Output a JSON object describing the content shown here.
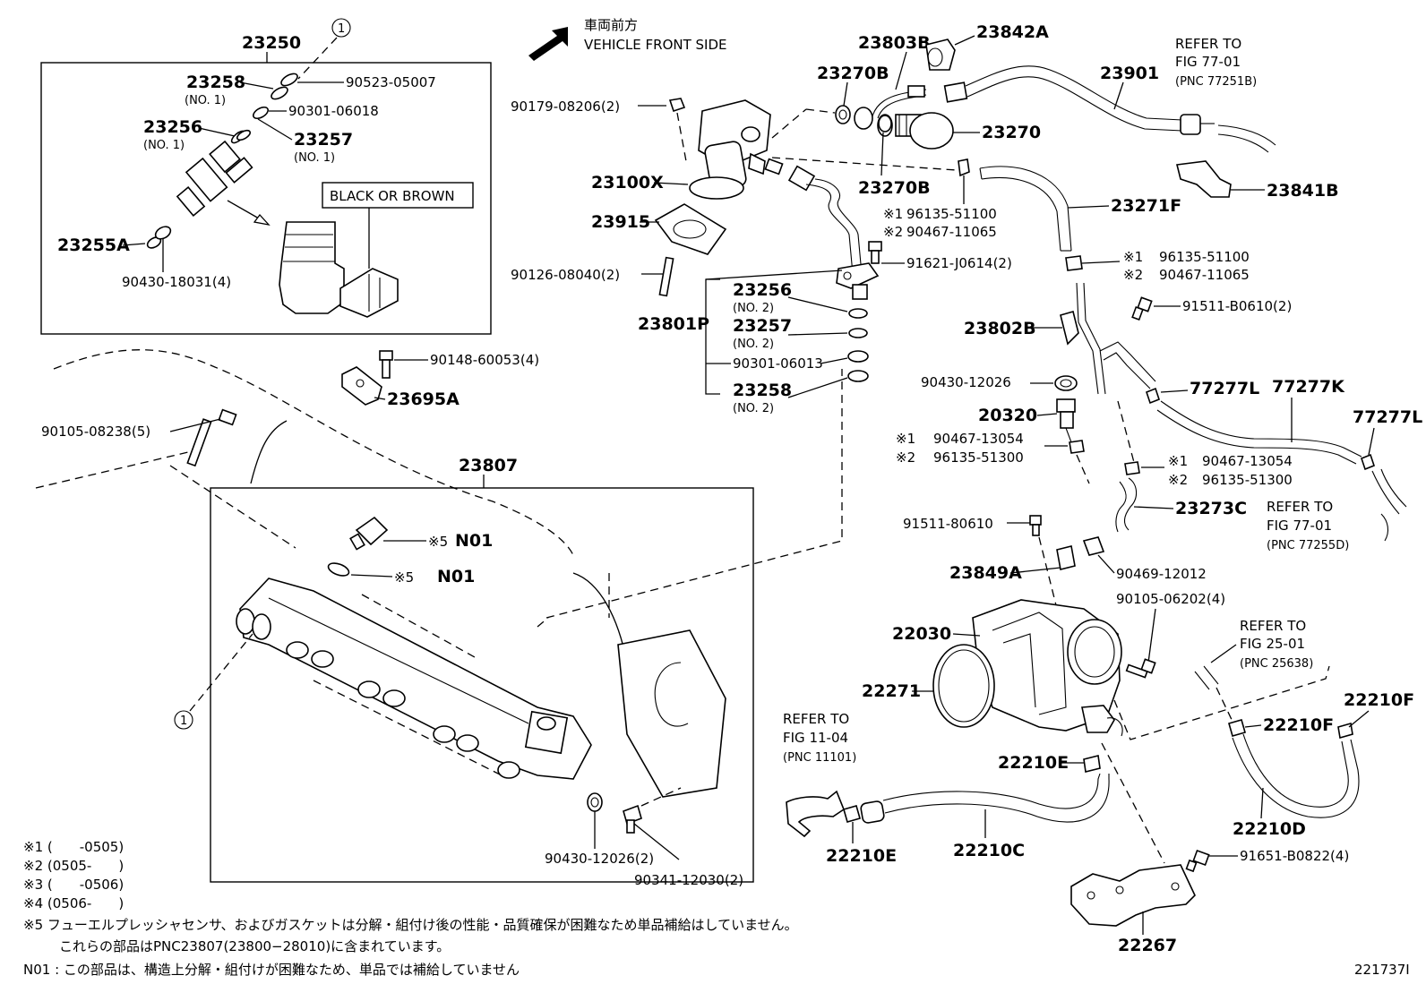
{
  "header": {
    "direction_jp": "車両前方",
    "direction_en": "VEHICLE FRONT SIDE"
  },
  "circle_ref": "1",
  "injector_box": {
    "assembly": "23250",
    "black_or_brown": "BLACK OR BROWN",
    "p23258": "23258",
    "p23258_sub": "(NO. 1)",
    "p23256": "23256",
    "p23256_sub": "(NO. 1)",
    "p23257": "23257",
    "p23257_sub": "(NO. 1)",
    "p90523": "90523-05007",
    "p90301": "90301-06018",
    "p23255A": "23255A",
    "p90430": "90430-18031(4)"
  },
  "rail_box": {
    "assembly": "23807",
    "n01_a_mark": "※5",
    "n01_a": "N01",
    "n01_b_mark": "※5",
    "n01_b": "N01",
    "p90430": "90430-12026(2)",
    "p90341": "90341-12030(2)"
  },
  "parts": {
    "p90148": "90148-60053(4)",
    "p23695A": "23695A",
    "p90105a": "90105-08238(5)",
    "p90179": "90179-08206(2)",
    "p23100X": "23100X",
    "p23915": "23915",
    "p90126": "90126-08040(2)",
    "p23801P": "23801P",
    "p23256_no2": "23256",
    "p23256_no2_sub": "(NO. 2)",
    "p23257_no2": "23257",
    "p23257_no2_sub": "(NO. 2)",
    "p90301_06013": "90301-06013",
    "p23258_no2": "23258",
    "p23258_no2_sub": "(NO. 2)",
    "p23803B": "23803B",
    "p23842A": "23842A",
    "p23270B_top": "23270B",
    "p23270": "23270",
    "p23270B_bot": "23270B",
    "p23901": "23901",
    "p23841B": "23841B",
    "mark1": "※1",
    "mark2": "※2",
    "p96135_51100_a": "96135-51100",
    "p90467_11065_a": "90467-11065",
    "p96135_51100_b": "96135-51100",
    "p90467_11065_b": "90467-11065",
    "p23271F": "23271F",
    "p91621": "91621-J0614(2)",
    "p91511_B0610": "91511-B0610(2)",
    "p23802B": "23802B",
    "p90430_12026": "90430-12026",
    "p20320": "20320",
    "p90467_13054_a": "90467-13054",
    "p96135_51300_a": "96135-51300",
    "p90467_13054_b": "90467-13054",
    "p96135_51300_b": "96135-51300",
    "p77277L_a": "77277L",
    "p77277K": "77277K",
    "p77277L_b": "77277L",
    "p23273C": "23273C",
    "p91511_80610": "91511-80610",
    "p23849A": "23849A",
    "p90469": "90469-12012",
    "p90105_06202": "90105-06202(4)",
    "p22030": "22030",
    "p22271": "22271",
    "p22210E_a": "22210E",
    "p22210E_b": "22210E",
    "p22210C": "22210C",
    "p22210F_a": "22210F",
    "p22210F_b": "22210F",
    "p22210D": "22210D",
    "p91651": "91651-B0822(4)",
    "p22267": "22267"
  },
  "refs": {
    "ref_a_1": "REFER TO",
    "ref_a_2": "FIG 77-01",
    "ref_a_3": "(PNC 77251B)",
    "ref_b_1": "REFER TO",
    "ref_b_2": "FIG 77-01",
    "ref_b_3": "(PNC 77255D)",
    "ref_c_1": "REFER TO",
    "ref_c_2": "FIG 25-01",
    "ref_c_3": "(PNC 25638)",
    "ref_d_1": "REFER TO",
    "ref_d_2": "FIG 11-04",
    "ref_d_3": "(PNC 11101)"
  },
  "notes": {
    "n1": "※1 (　　-0505)",
    "n2": "※2 (0505-　　)",
    "n3": "※3 (　　-0506)",
    "n4": "※4 (0506-　　)",
    "n5": "※5  フューエルプレッシャセンサ、およびガスケットは分解・組付け後の性能・品質確保が困難なため単品補給はしていません。",
    "n5b": "これらの部品はPNC23807(23800−28010)に含まれています。",
    "n01": "N01 : この部品は、構造上分解・組付けが困難なため、単品では補給していません"
  },
  "figure_id": "221737I"
}
